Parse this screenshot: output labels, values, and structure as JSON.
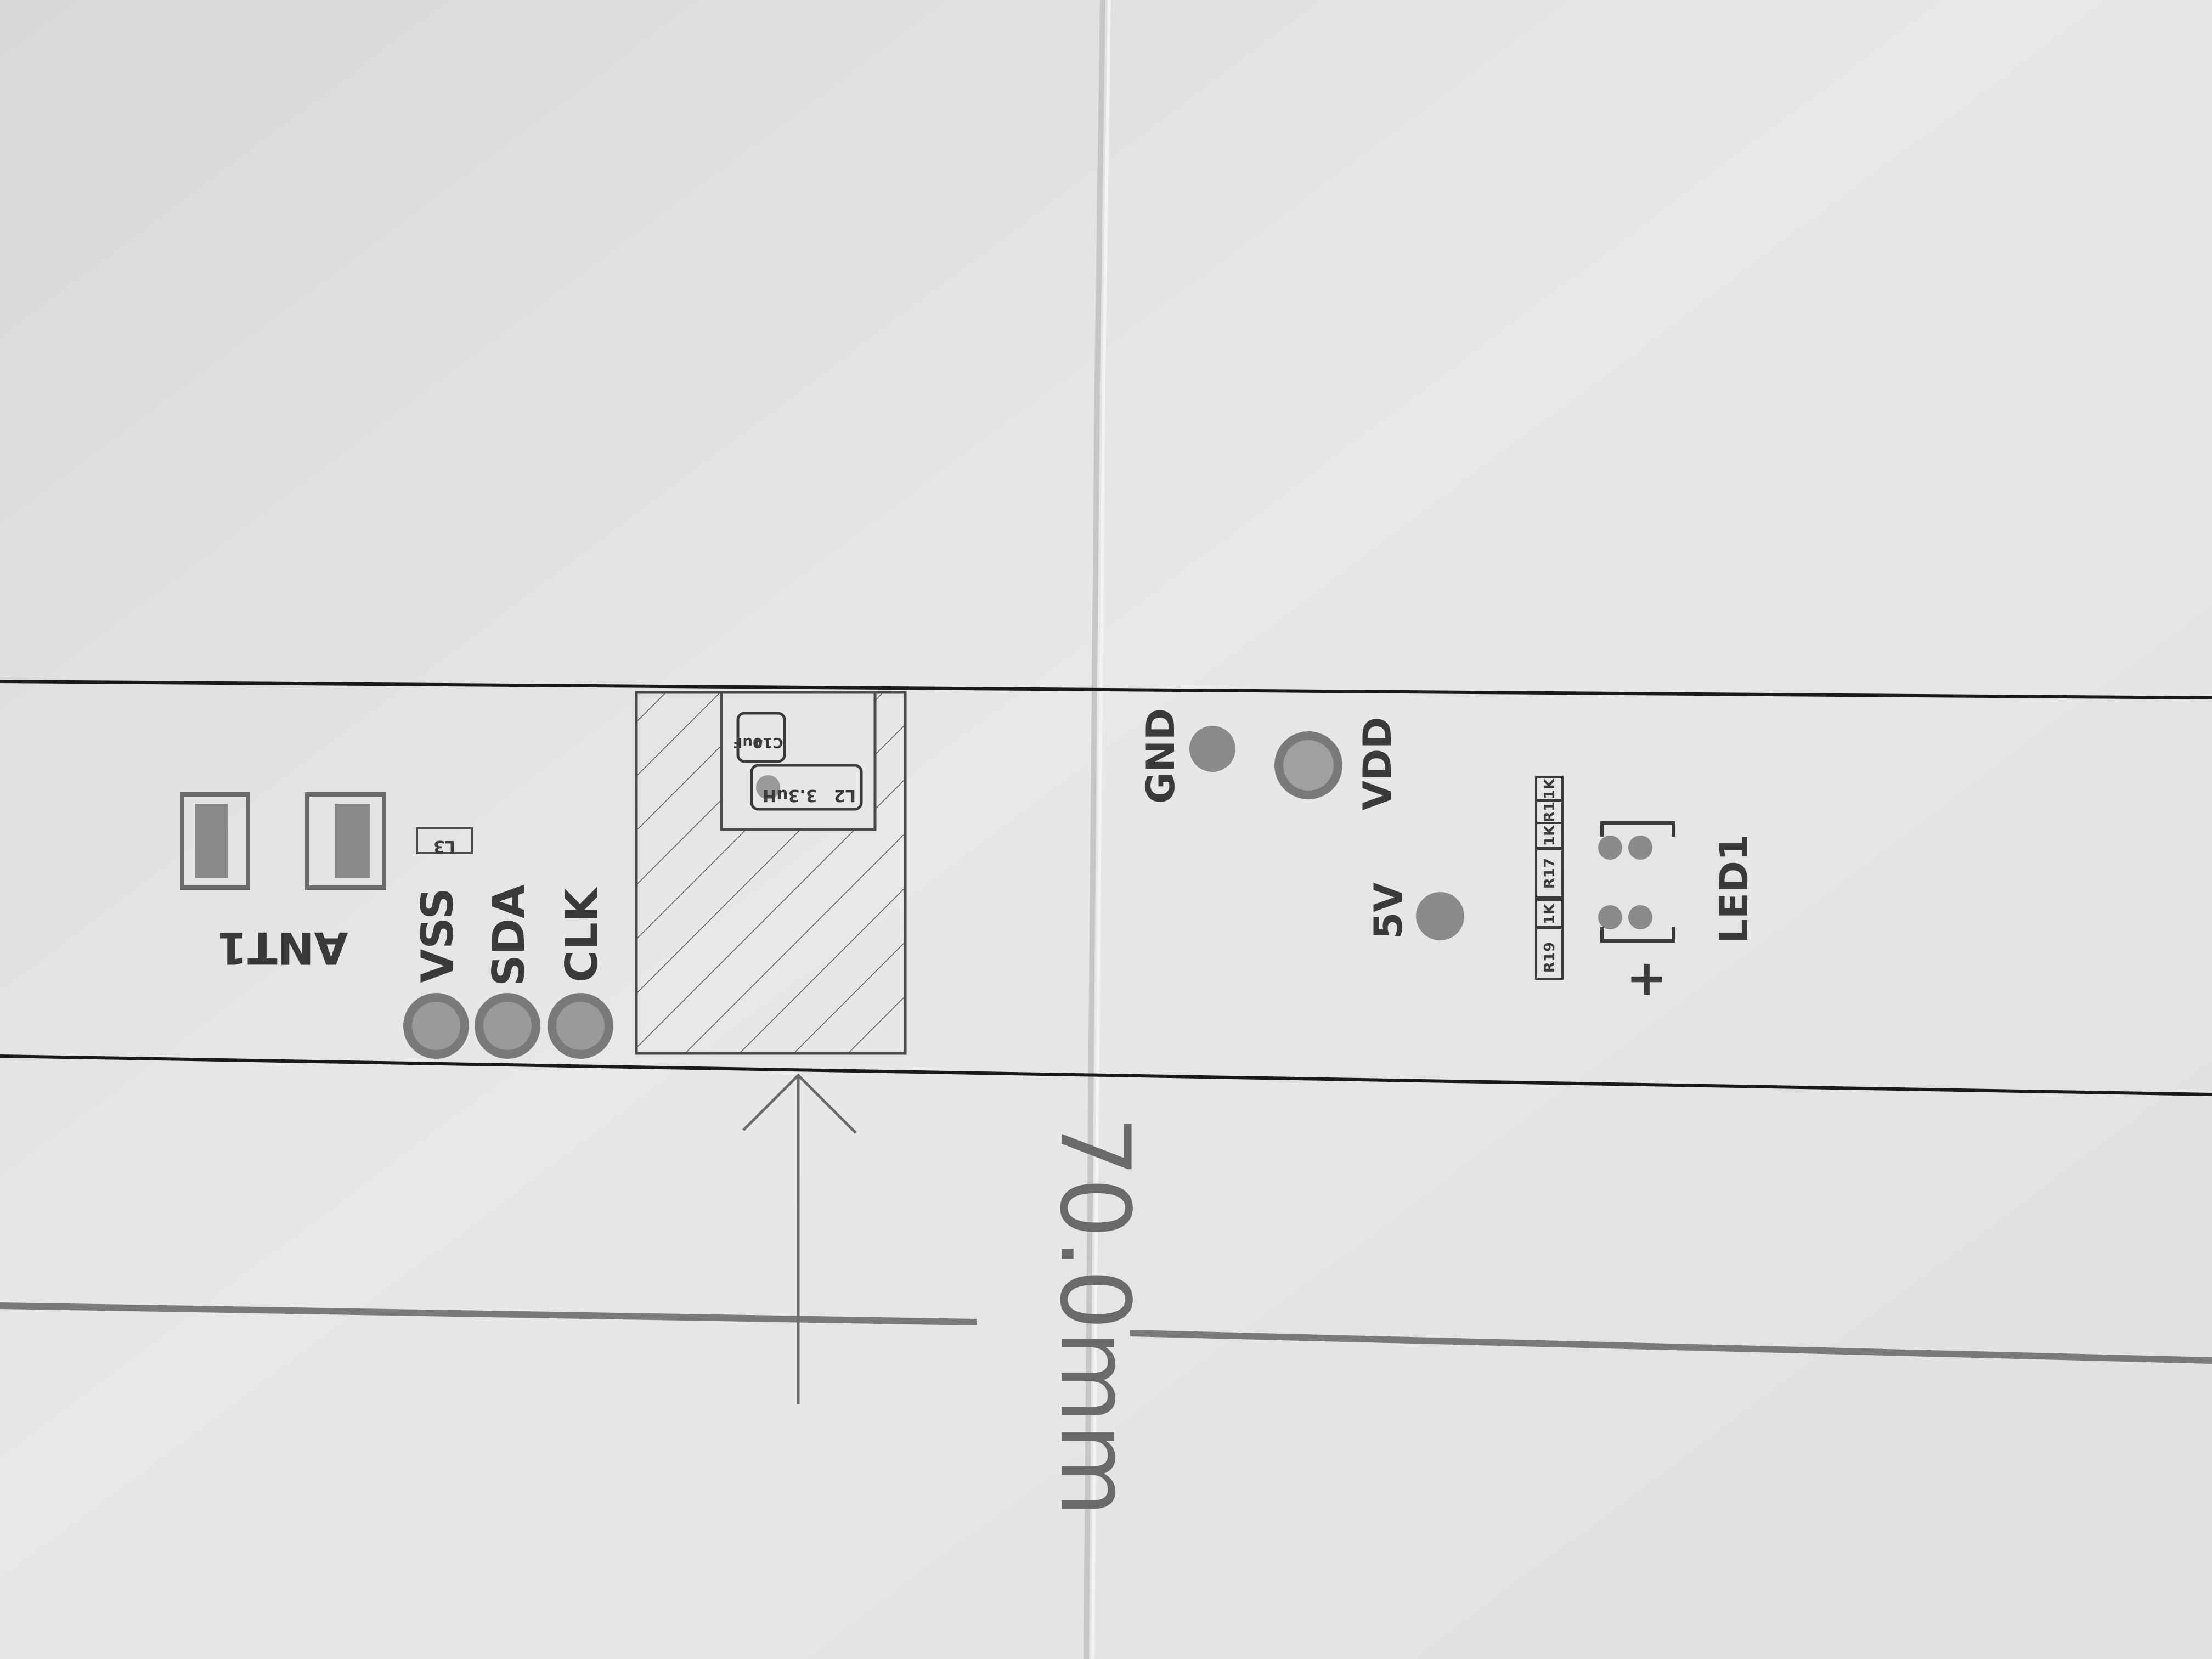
{
  "pcb": {
    "pin_labels": {
      "vss": "VSS",
      "sda": "SDA",
      "clk": "CLK",
      "gnd": "GND",
      "vdd": "VDD",
      "v5": "5V"
    },
    "components": {
      "antenna": "ANT1",
      "inductor_l3": "L3",
      "inductor_l2": "L2",
      "inductor_l2_value": "3.3uH",
      "capacitor_c14": "C14",
      "capacitor_c14_value": "10uF",
      "led": "LED1",
      "led_polarity": "+",
      "resistors": [
        "R19",
        "1K",
        "R17",
        "1K",
        "R1",
        "1K"
      ]
    },
    "dimension": "70.0mm"
  },
  "colors": {
    "paper": "#e8e9ea",
    "ink": "#3a3a3a",
    "pad": "#8a8a8a",
    "board_outline": "#1a1a1a"
  }
}
